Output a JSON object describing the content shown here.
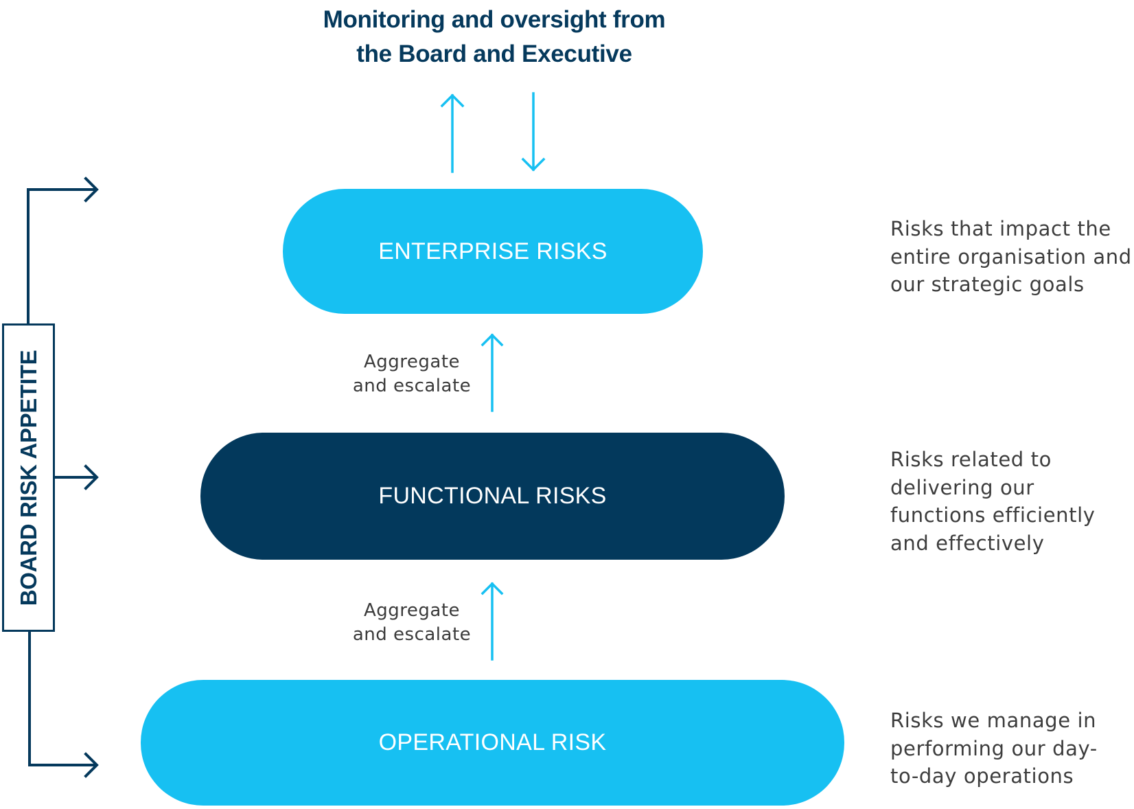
{
  "title": {
    "line1": "Monitoring and oversight from",
    "line2": "the Board and Executive"
  },
  "side_label": "BOARD RISK APPETITE",
  "tiers": [
    {
      "label": "ENTERPRISE RISKS",
      "color": "#17c0f2",
      "description": [
        "Risks that impact the",
        "entire organisation and",
        "our strategic goals"
      ]
    },
    {
      "label": "FUNCTIONAL RISKS",
      "color": "#03395c",
      "description": [
        "Risks related to",
        "delivering our",
        "functions efficiently",
        "and effectively"
      ]
    },
    {
      "label": "OPERATIONAL RISK",
      "color": "#17c0f2",
      "description": [
        "Risks we manage in",
        "performing our day-",
        "to-day operations"
      ]
    }
  ],
  "connectors": [
    {
      "from": "OPERATIONAL RISK",
      "to": "FUNCTIONAL RISKS",
      "label": [
        "Aggregate",
        "and escalate"
      ]
    },
    {
      "from": "FUNCTIONAL RISKS",
      "to": "ENTERPRISE RISKS",
      "label": [
        "Aggregate",
        "and escalate"
      ]
    }
  ],
  "oversight_arrows": [
    {
      "direction": "up",
      "icon": "arrow-up-icon"
    },
    {
      "direction": "down",
      "icon": "arrow-down-icon"
    }
  ],
  "colors": {
    "navy": "#05395c",
    "cyan": "#17c0f2",
    "text_gray": "#3d3d3d"
  }
}
